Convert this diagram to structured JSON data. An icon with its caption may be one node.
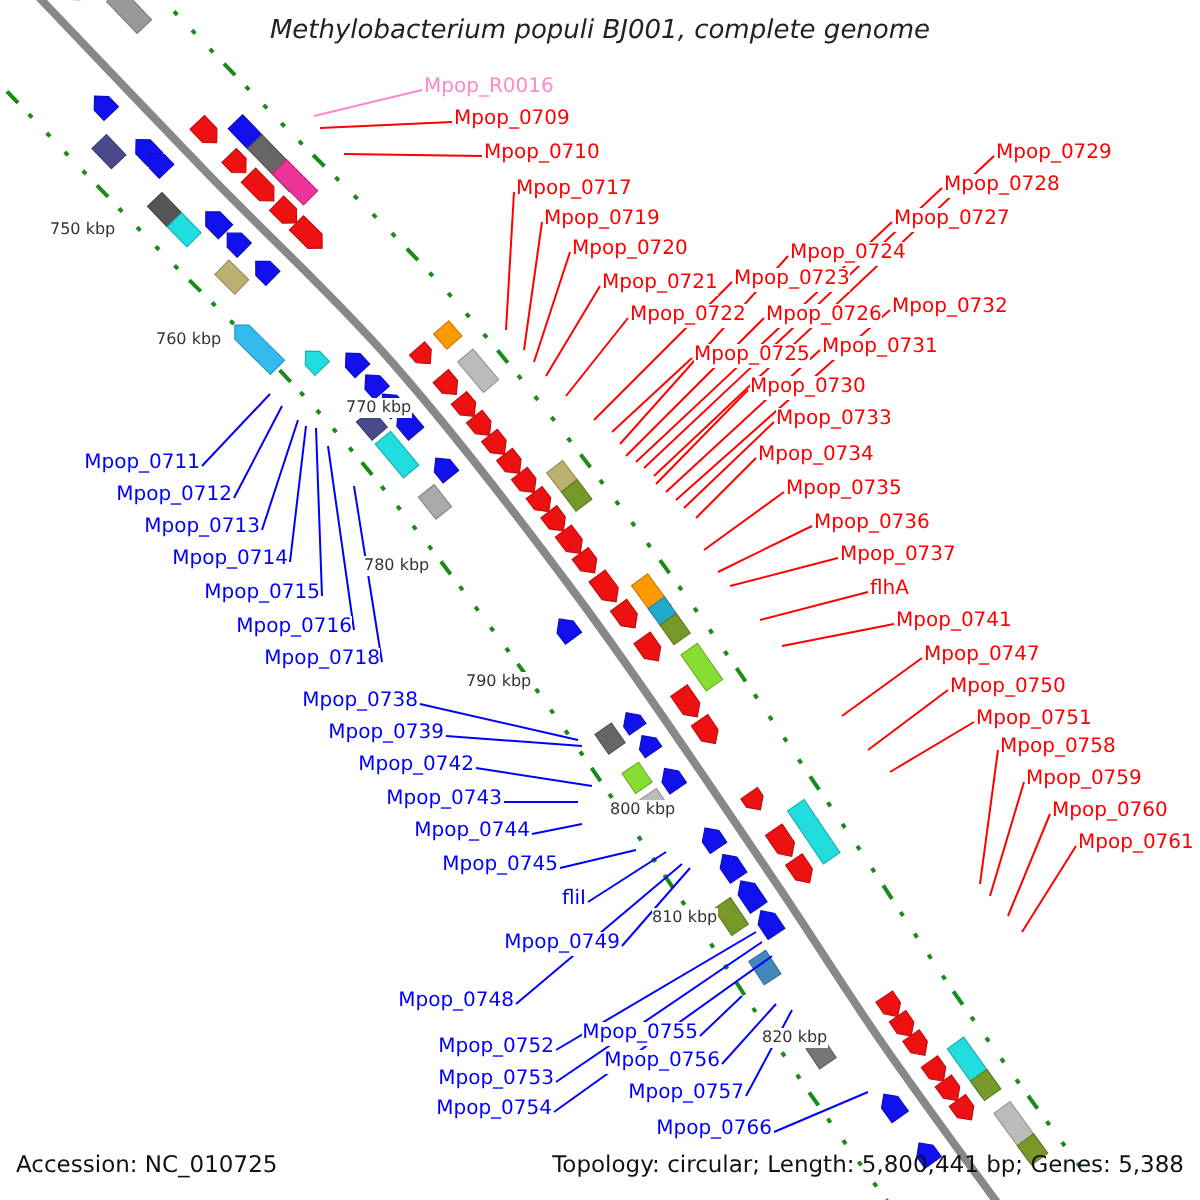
{
  "diagram": {
    "title": "Methylobacterium populi BJ001, complete genome",
    "nodes": [
      {
        "text": [
          "Mpop_R0016"
        ]
      },
      {
        "text": [
          "Mpop_0709"
        ]
      },
      {
        "text": [
          "Mpop_0710"
        ]
      },
      {
        "text": [
          "Mpop_0717"
        ]
      },
      {
        "text": [
          "Mpop_0719"
        ]
      },
      {
        "text": [
          "Mpop_0720"
        ]
      },
      {
        "text": [
          "Mpop_0721"
        ]
      },
      {
        "text": [
          "Mpop_0722"
        ]
      },
      {
        "text": [
          "Mpop_0729"
        ]
      },
      {
        "text": [
          "Mpop_0728"
        ]
      },
      {
        "text": [
          "Mpop_0727"
        ]
      },
      {
        "text": [
          "Mpop_0724"
        ]
      },
      {
        "text": [
          "Mpop_0723"
        ]
      },
      {
        "text": [
          "Mpop_0726"
        ]
      },
      {
        "text": [
          "Mpop_0732"
        ]
      },
      {
        "text": [
          "Mpop_0725"
        ]
      },
      {
        "text": [
          "Mpop_0731"
        ]
      },
      {
        "text": [
          "Mpop_0730"
        ]
      },
      {
        "text": [
          "Mpop_0733"
        ]
      },
      {
        "text": [
          "Mpop_0734"
        ]
      },
      {
        "text": [
          "Mpop_0735"
        ]
      },
      {
        "text": [
          "Mpop_0736"
        ]
      },
      {
        "text": [
          "Mpop_0737"
        ]
      },
      {
        "text": [
          "flhA"
        ]
      },
      {
        "text": [
          "Mpop_0741"
        ]
      },
      {
        "text": [
          "Mpop_0747"
        ]
      },
      {
        "text": [
          "Mpop_0750"
        ]
      },
      {
        "text": [
          "Mpop_0751"
        ]
      },
      {
        "text": [
          "Mpop_0758"
        ]
      },
      {
        "text": [
          "Mpop_0759"
        ]
      },
      {
        "text": [
          "Mpop_0760"
        ]
      },
      {
        "text": [
          "Mpop_0761"
        ]
      },
      {
        "text": [
          "Mpop_0711"
        ]
      },
      {
        "text": [
          "Mpop_0712"
        ]
      },
      {
        "text": [
          "Mpop_0713"
        ]
      },
      {
        "text": [
          "Mpop_0714"
        ]
      },
      {
        "text": [
          "Mpop_0715"
        ]
      },
      {
        "text": [
          "Mpop_0716"
        ]
      },
      {
        "text": [
          "Mpop_0718"
        ]
      },
      {
        "text": [
          "Mpop_0738"
        ]
      },
      {
        "text": [
          "Mpop_0739"
        ]
      },
      {
        "text": [
          "Mpop_0742"
        ]
      },
      {
        "text": [
          "Mpop_0743"
        ]
      },
      {
        "text": [
          "Mpop_0744"
        ]
      },
      {
        "text": [
          "Mpop_0745"
        ]
      },
      {
        "text": [
          "fliI"
        ]
      },
      {
        "text": [
          "Mpop_0749"
        ]
      },
      {
        "text": [
          "Mpop_0748"
        ]
      },
      {
        "text": [
          "Mpop_0752"
        ]
      },
      {
        "text": [
          "Mpop_0755"
        ]
      },
      {
        "text": [
          "Mpop_0753"
        ]
      },
      {
        "text": [
          "Mpop_0756"
        ]
      },
      {
        "text": [
          "Mpop_0754"
        ]
      },
      {
        "text": [
          "Mpop_0757"
        ]
      },
      {
        "text": [
          "Mpop_0766"
        ]
      }
    ],
    "edges": [
      {
        "from": 0,
        "to": null,
        "arrow": "none",
        "color": "#ff88cc"
      },
      {
        "from": 1,
        "to": null,
        "arrow": "none"
      },
      {
        "from": 2,
        "to": null,
        "arrow": "none"
      },
      {
        "from": 3,
        "to": null,
        "arrow": "none"
      },
      {
        "from": 4,
        "to": null,
        "arrow": "none"
      },
      {
        "from": 5,
        "to": null,
        "arrow": "none"
      },
      {
        "from": 6,
        "to": null,
        "arrow": "none"
      },
      {
        "from": 7,
        "to": null,
        "arrow": "none"
      },
      {
        "from": 8,
        "to": null,
        "arrow": "none"
      },
      {
        "from": 9,
        "to": null,
        "arrow": "none"
      },
      {
        "from": 10,
        "to": null,
        "arrow": "none"
      },
      {
        "from": 11,
        "to": null,
        "arrow": "none"
      },
      {
        "from": 12,
        "to": null,
        "arrow": "none"
      },
      {
        "from": 13,
        "to": null,
        "arrow": "none"
      },
      {
        "from": 14,
        "to": null,
        "arrow": "none"
      },
      {
        "from": 15,
        "to": null,
        "arrow": "none"
      },
      {
        "from": 16,
        "to": null,
        "arrow": "none"
      },
      {
        "from": 17,
        "to": null,
        "arrow": "none"
      },
      {
        "from": 18,
        "to": null,
        "arrow": "none"
      },
      {
        "from": 19,
        "to": null,
        "arrow": "none"
      },
      {
        "from": 20,
        "to": null,
        "arrow": "none"
      },
      {
        "from": 21,
        "to": null,
        "arrow": "none"
      },
      {
        "from": 22,
        "to": null,
        "arrow": "none"
      },
      {
        "from": 23,
        "to": null,
        "arrow": "none"
      },
      {
        "from": 24,
        "to": null,
        "arrow": "none"
      },
      {
        "from": 25,
        "to": null,
        "arrow": "none"
      },
      {
        "from": 26,
        "to": null,
        "arrow": "none"
      },
      {
        "from": 27,
        "to": null,
        "arrow": "none"
      },
      {
        "from": 28,
        "to": null,
        "arrow": "none"
      },
      {
        "from": 29,
        "to": null,
        "arrow": "none"
      },
      {
        "from": 30,
        "to": null,
        "arrow": "none"
      },
      {
        "from": 31,
        "to": null,
        "arrow": "none"
      },
      {
        "from": 32,
        "to": null,
        "arrow": "none",
        "color": "#0000ff"
      },
      {
        "from": 33,
        "to": null,
        "arrow": "none",
        "color": "#0000ff"
      },
      {
        "from": 34,
        "to": null,
        "arrow": "none",
        "color": "#0000ff"
      },
      {
        "from": 35,
        "to": null,
        "arrow": "none",
        "color": "#0000ff"
      },
      {
        "from": 36,
        "to": null,
        "arrow": "none",
        "color": "#0000ff"
      },
      {
        "from": 37,
        "to": null,
        "arrow": "none",
        "color": "#0000ff"
      },
      {
        "from": 38,
        "to": null,
        "arrow": "none",
        "color": "#0000ff"
      },
      {
        "from": 39,
        "to": null,
        "arrow": "none",
        "color": "#0000ff"
      },
      {
        "from": 40,
        "to": null,
        "arrow": "none",
        "color": "#0000ff"
      },
      {
        "from": 41,
        "to": null,
        "arrow": "none",
        "color": "#0000ff"
      },
      {
        "from": 42,
        "to": null,
        "arrow": "none",
        "color": "#0000ff"
      },
      {
        "from": 43,
        "to": null,
        "arrow": "none",
        "color": "#0000ff"
      },
      {
        "from": 44,
        "to": null,
        "arrow": "none",
        "color": "#0000ff"
      },
      {
        "from": 45,
        "to": null,
        "arrow": "none",
        "color": "#0000ff"
      },
      {
        "from": 46,
        "to": null,
        "arrow": "none",
        "color": "#0000ff"
      },
      {
        "from": 47,
        "to": null,
        "arrow": "none",
        "color": "#0000ff"
      },
      {
        "from": 48,
        "to": null,
        "arrow": "none",
        "color": "#0000ff"
      },
      {
        "from": 49,
        "to": null,
        "arrow": "none",
        "color": "#0000ff"
      },
      {
        "from": 50,
        "to": null,
        "arrow": "none",
        "color": "#0000ff"
      },
      {
        "from": 51,
        "to": null,
        "arrow": "none",
        "color": "#0000ff"
      },
      {
        "from": 52,
        "to": null,
        "arrow": "none",
        "color": "#0000ff"
      },
      {
        "from": 53,
        "to": null,
        "arrow": "none",
        "color": "#0000ff"
      },
      {
        "from": 54,
        "to": null,
        "arrow": "none",
        "color": "#0000ff"
      }
    ],
    "labels": [
      "750 kbp",
      "760 kbp",
      "770 kbp",
      "780 kbp",
      "790 kbp",
      "800 kbp",
      "810 kbp",
      "820 kbp",
      "Accession: NC_010725",
      "Topology: circular; Length: 5,800,441 bp; Genes: 5,388"
    ]
  }
}
